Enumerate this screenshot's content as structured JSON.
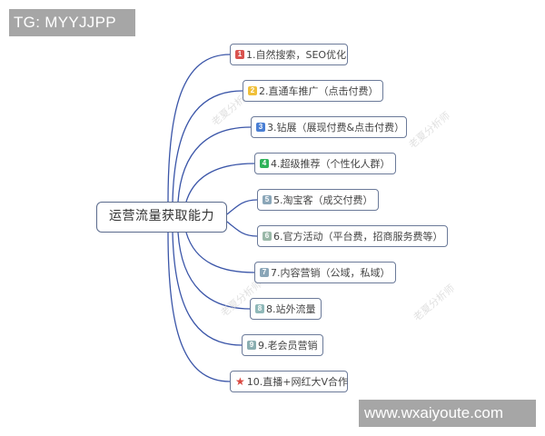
{
  "overlays": {
    "top_tag": "TG: MYYJJPP",
    "bottom_tag": "www.wxaiyoute.com"
  },
  "watermark": "老夏分析师",
  "mindmap": {
    "central": "运营流量获取能力",
    "line_color": "#3a55a8",
    "branches": [
      {
        "marker": "1",
        "marker_color": "#d9534f",
        "label": "1.自然搜索，SEO优化"
      },
      {
        "marker": "2",
        "marker_color": "#f0c03a",
        "label": "2.直通车推广（点击付费）"
      },
      {
        "marker": "3",
        "marker_color": "#4a7fd4",
        "label": "3.钻展（展现付费&点击付费）"
      },
      {
        "marker": "4",
        "marker_color": "#2fb35a",
        "label": "4.超级推荐（个性化人群）"
      },
      {
        "marker": "5",
        "marker_color": "#8aa6b8",
        "label": "5.淘宝客（成交付费）"
      },
      {
        "marker": "6",
        "marker_color": "#9ab8a8",
        "label": "6.官方活动（平台费，招商服务费等）"
      },
      {
        "marker": "7",
        "marker_color": "#8aa6b8",
        "label": "7.内容营销（公域，私域）"
      },
      {
        "marker": "8",
        "marker_color": "#8fb8b8",
        "label": "8.站外流量"
      },
      {
        "marker": "9",
        "marker_color": "#8aaeb0",
        "label": "9.老会员营销"
      },
      {
        "marker": "star",
        "marker_color": "#d9473f",
        "label": "10.直播+网红大V合作"
      }
    ]
  }
}
